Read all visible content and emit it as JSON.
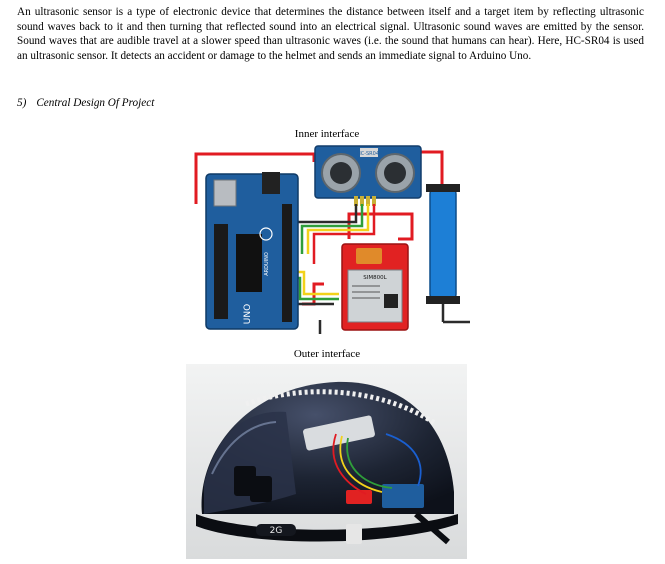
{
  "body_text": "An ultrasonic sensor is a type of electronic device that determines the distance between itself and a target item by reflecting ultrasonic sound waves back to it and then turning that reflected sound into an electrical signal. Ultrasonic sound waves are emitted by the sensor. Sound waves that are audible travel at a slower speed than ultrasonic waves (i.e. the sound that humans can hear). Here, HC-SR04 is used an ultrasonic sensor. It detects an accident or damage to the helmet and sends an immediate signal to Arduino Uno.",
  "section": {
    "number": "5)",
    "title": "Central Design Of Project"
  },
  "figures": {
    "inner": {
      "caption": "Inner interface",
      "sensor_label": "HC-SR04",
      "gsm_label": "SIM800L",
      "board_label": "UNO",
      "board_brand": "ARDUINO"
    },
    "outer": {
      "caption": "Outer interface",
      "helmet_badge": "2G"
    }
  },
  "colors": {
    "wire_red": "#e11b22",
    "wire_yellow": "#f2d21b",
    "wire_green": "#2f9e3a",
    "board_blue": "#1f5e9e",
    "gsm_red": "#e12222",
    "battery_blue": "#1d7fd6",
    "helmet_navy": "#1d2433"
  }
}
